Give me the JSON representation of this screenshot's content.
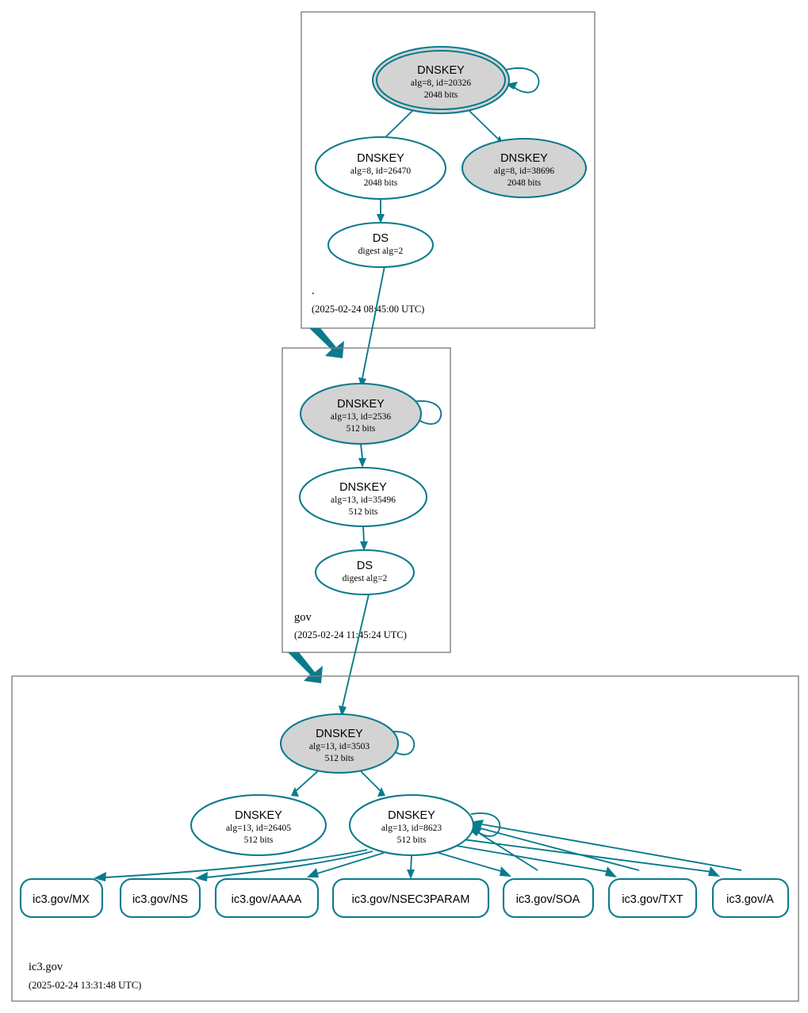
{
  "diagram": {
    "title": "DNSSEC authentication chain for ic3.gov",
    "colors": {
      "node_stroke": "#0a7b8c",
      "edge": "#0a7b8c",
      "zone_border": "#808080",
      "secure_key_fill": "#d3d3d3",
      "plain_fill": "#ffffff",
      "background": "#ffffff"
    }
  },
  "zones": [
    {
      "id": "root",
      "name": ".",
      "timestamp": "(2025-02-24 08:45:00 UTC)",
      "nodes": [
        {
          "id": "root-ksk-20326",
          "kind": "DNSKEY",
          "type_label": "DNSKEY",
          "detail": "alg=8, id=20326",
          "size": "2048 bits",
          "trust_anchor": true,
          "fill": "gray",
          "self_signed": true
        },
        {
          "id": "root-zsk-26470",
          "kind": "DNSKEY",
          "type_label": "DNSKEY",
          "detail": "alg=8, id=26470",
          "size": "2048 bits",
          "trust_anchor": false,
          "fill": "white",
          "self_signed": false
        },
        {
          "id": "root-zsk-38696",
          "kind": "DNSKEY",
          "type_label": "DNSKEY",
          "detail": "alg=8, id=38696",
          "size": "2048 bits",
          "trust_anchor": false,
          "fill": "gray",
          "self_signed": false
        },
        {
          "id": "root-ds",
          "kind": "DS",
          "type_label": "DS",
          "detail": "digest alg=2",
          "size": "",
          "trust_anchor": false,
          "fill": "white",
          "self_signed": false
        }
      ]
    },
    {
      "id": "gov",
      "name": "gov",
      "timestamp": "(2025-02-24 11:45:24 UTC)",
      "nodes": [
        {
          "id": "gov-ksk-2536",
          "kind": "DNSKEY",
          "type_label": "DNSKEY",
          "detail": "alg=13, id=2536",
          "size": "512 bits",
          "trust_anchor": false,
          "fill": "gray",
          "self_signed": true
        },
        {
          "id": "gov-zsk-35496",
          "kind": "DNSKEY",
          "type_label": "DNSKEY",
          "detail": "alg=13, id=35496",
          "size": "512 bits",
          "trust_anchor": false,
          "fill": "white",
          "self_signed": false
        },
        {
          "id": "gov-ds",
          "kind": "DS",
          "type_label": "DS",
          "detail": "digest alg=2",
          "size": "",
          "trust_anchor": false,
          "fill": "white",
          "self_signed": false
        }
      ]
    },
    {
      "id": "ic3gov",
      "name": "ic3.gov",
      "timestamp": "(2025-02-24 13:31:48 UTC)",
      "nodes": [
        {
          "id": "ic3-ksk-3503",
          "kind": "DNSKEY",
          "type_label": "DNSKEY",
          "detail": "alg=13, id=3503",
          "size": "512 bits",
          "trust_anchor": false,
          "fill": "gray",
          "self_signed": true
        },
        {
          "id": "ic3-zsk-26405",
          "kind": "DNSKEY",
          "type_label": "DNSKEY",
          "detail": "alg=13, id=26405",
          "size": "512 bits",
          "trust_anchor": false,
          "fill": "white",
          "self_signed": false
        },
        {
          "id": "ic3-zsk-8623",
          "kind": "DNSKEY",
          "type_label": "DNSKEY",
          "detail": "alg=13, id=8623",
          "size": "512 bits",
          "trust_anchor": false,
          "fill": "white",
          "self_signed": true
        }
      ],
      "rrsets": [
        {
          "id": "rr-mx",
          "label": "ic3.gov/MX"
        },
        {
          "id": "rr-ns",
          "label": "ic3.gov/NS"
        },
        {
          "id": "rr-aaaa",
          "label": "ic3.gov/AAAA"
        },
        {
          "id": "rr-nsec3param",
          "label": "ic3.gov/NSEC3PARAM"
        },
        {
          "id": "rr-soa",
          "label": "ic3.gov/SOA"
        },
        {
          "id": "rr-txt",
          "label": "ic3.gov/TXT"
        },
        {
          "id": "rr-a",
          "label": "ic3.gov/A"
        }
      ]
    }
  ]
}
